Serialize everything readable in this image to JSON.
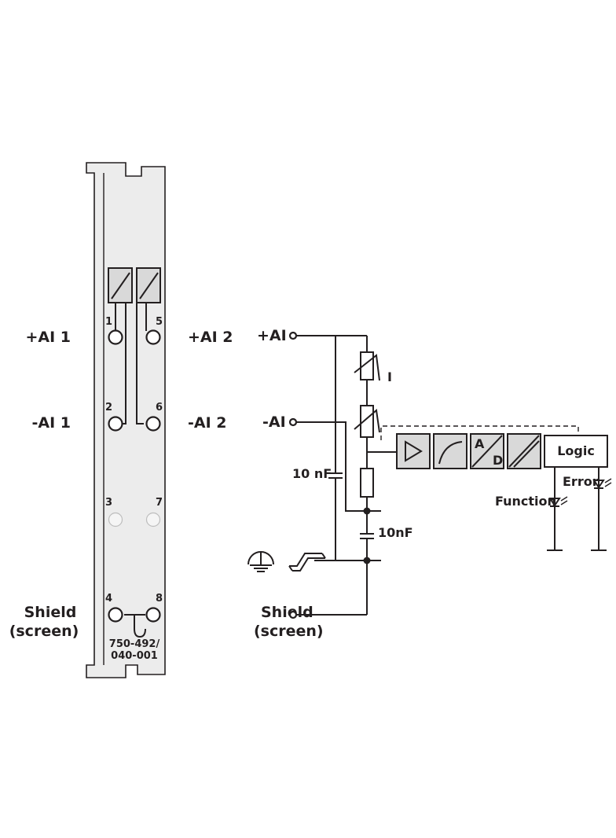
{
  "module": {
    "pins": [
      "1",
      "2",
      "3",
      "4",
      "5",
      "6",
      "7",
      "8"
    ],
    "left_labels": {
      "ai1_plus": "+AI 1",
      "ai1_minus": "-AI 1",
      "shield_line1": "Shield",
      "shield_line2": "(screen)"
    },
    "right_labels": {
      "ai2_plus": "+AI 2",
      "ai2_minus": "-AI 2"
    },
    "part_number_line1": "750-492/",
    "part_number_line2": "040-001"
  },
  "schematic": {
    "ai_plus": "+AI",
    "ai_minus": "-AI",
    "shield_line1": "Shield",
    "shield_line2": "(screen)",
    "cap_1": "10 nF",
    "cap_2": "10nF",
    "current_label": "I",
    "adc_a": "A",
    "adc_d": "D",
    "logic": "Logic",
    "error": "Error",
    "function": "Function"
  },
  "colors": {
    "line": "#231f20",
    "housing": "#ececec",
    "block_fill": "#d9d9d9"
  }
}
